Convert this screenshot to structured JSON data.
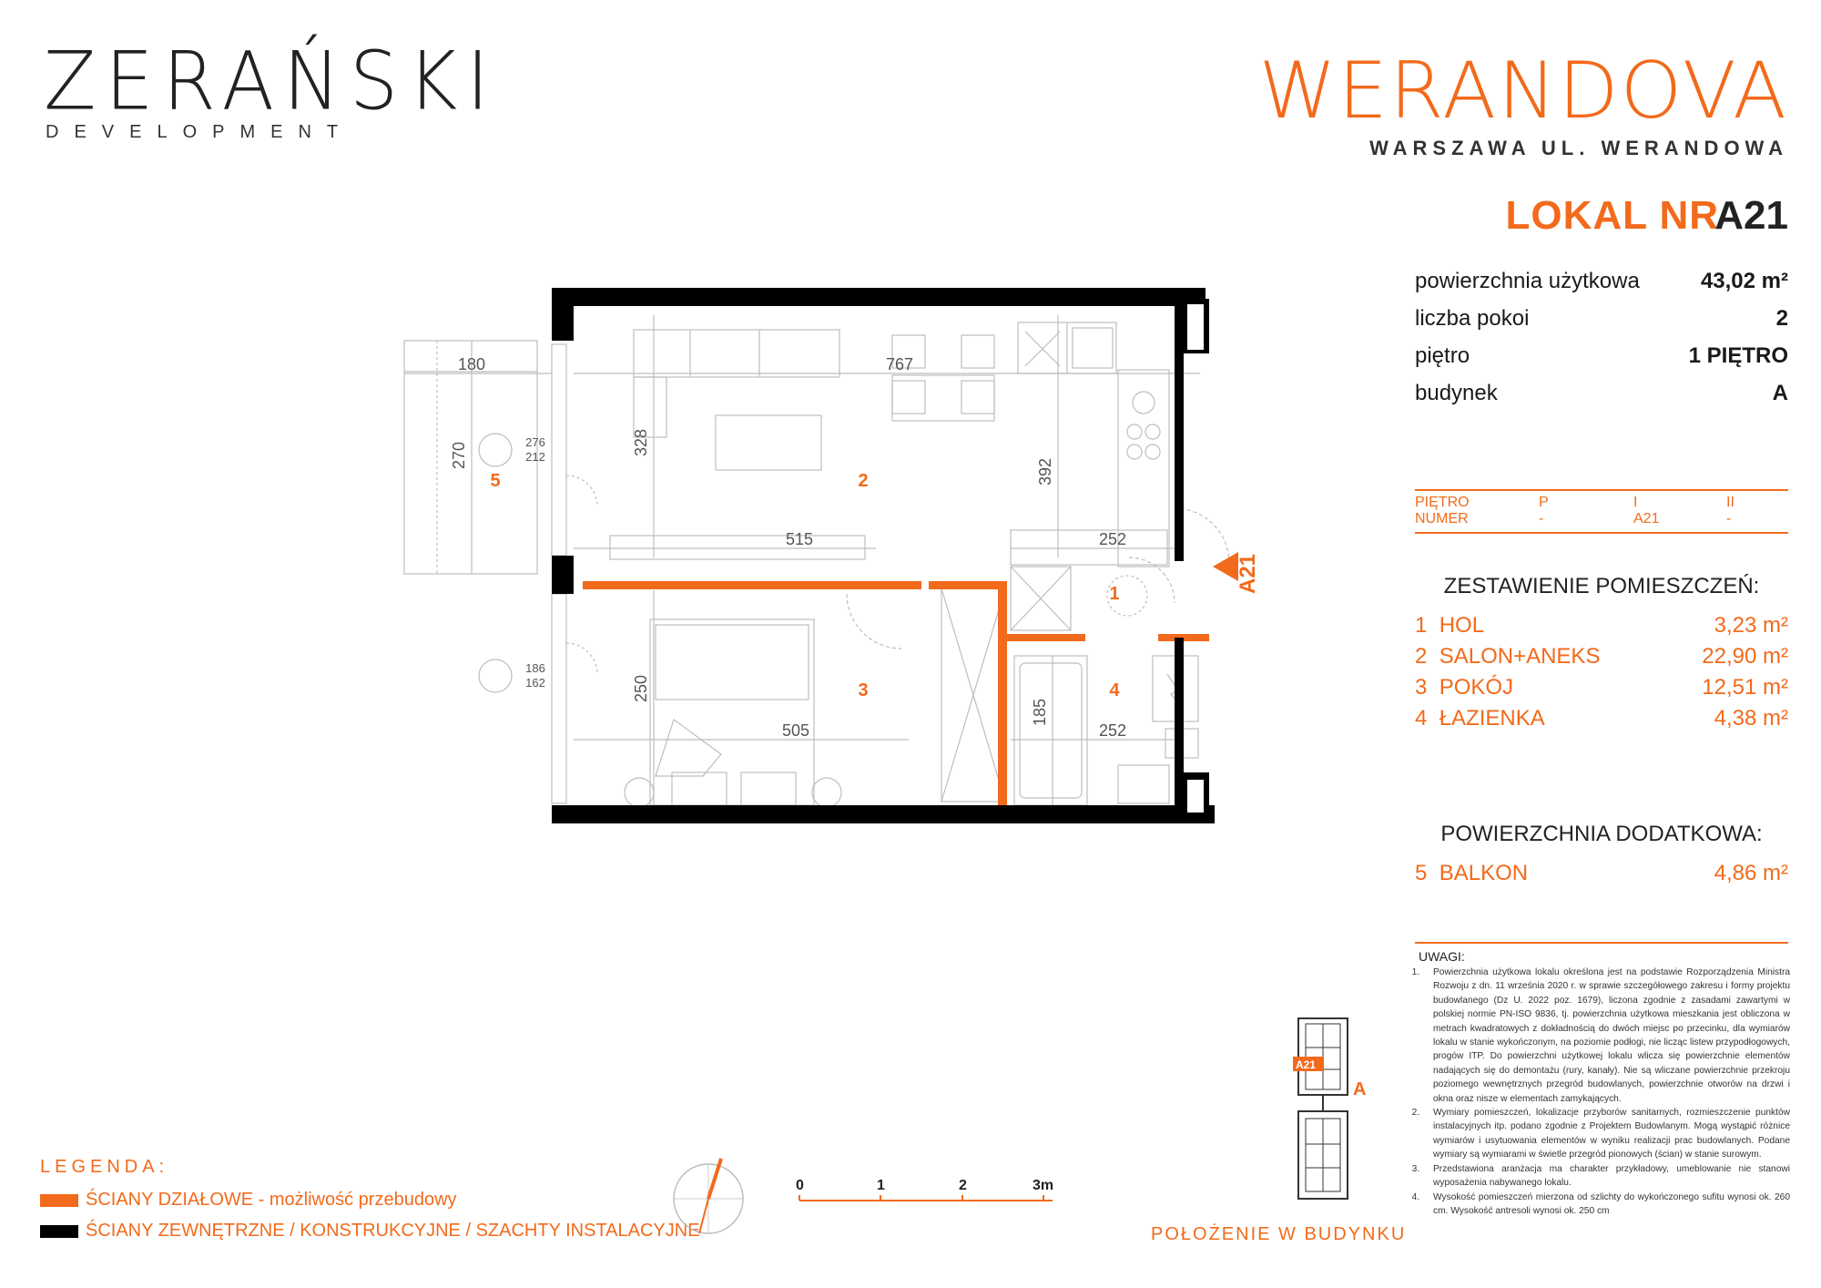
{
  "header": {
    "brand_left": "ZERAŃSKI",
    "brand_left_sub": "DEVELOPMENT",
    "brand_right": "WERANDOVA",
    "brand_right_sub": "WARSZAWA UL. WERANDOWA"
  },
  "lokal": {
    "label": "LOKAL NR",
    "id": "A21"
  },
  "specs": [
    {
      "label": "powierzchnia użytkowa",
      "value": "43,02 m²"
    },
    {
      "label": "liczba pokoi",
      "value": "2"
    },
    {
      "label": "piętro",
      "value": "1 PIĘTRO"
    },
    {
      "label": "budynek",
      "value": "A"
    }
  ],
  "floor_table": {
    "row1": [
      "PIĘTRO",
      "P",
      "I",
      "II"
    ],
    "row2": [
      "NUMER",
      "-",
      "A21",
      "-"
    ]
  },
  "rooms_heading": "ZESTAWIENIE POMIESZCZEŃ:",
  "rooms": [
    {
      "num": "1",
      "name": "HOL",
      "area": "3,23 m²"
    },
    {
      "num": "2",
      "name": "SALON+ANEKS",
      "area": "22,90 m²"
    },
    {
      "num": "3",
      "name": "POKÓJ",
      "area": "12,51 m²"
    },
    {
      "num": "4",
      "name": "ŁAZIENKA",
      "area": "4,38 m²"
    }
  ],
  "extra_heading": "POWIERZCHNIA DODATKOWA:",
  "extra_rooms": [
    {
      "num": "5",
      "name": "BALKON",
      "area": "4,86 m²"
    }
  ],
  "notes": {
    "title": "UWAGI:",
    "items": [
      "Powierzchnia użytkowa lokalu określona jest na podstawie Rozporządzenia Ministra Rozwoju z dn. 11 września 2020 r. w sprawie szczegółowego zakresu i formy projektu budowlanego (Dz U. 2022 poz. 1679), liczona zgodnie z zasadami zawartymi w polskiej normie PN-ISO 9836, tj. powierzchnia użytkowa mieszkania jest obliczona w metrach kwadratowych z dokładnością do dwóch miejsc po przecinku, dla wymiarów lokalu w stanie wykończonym, na poziomie podłogi, nie licząc listew przypodłogowych, progów ITP. Do powierzchni użytkowej lokalu wlicza się powierzchnie elementów nadających się do demontażu (rury, kanały). Nie są wliczane powierzchnie przekroju poziomego wewnętrznych przegród budowlanych, powierzchnie otworów na drzwi i okna oraz nisze w elementach zamykających.",
      "Wymiary pomieszczeń, lokalizacje przyborów sanitarnych, rozmieszczenie punktów instalacyjnych itp. podano zgodnie z Projektem Budowlanym. Mogą wystąpić różnice wymiarów i usytuowania elementów w wyniku realizacji prac budowlanych. Podane wymiary są wymiarami w świetle przegród pionowych (ścian) w stanie surowym.",
      "Przedstawiona aranżacja ma charakter przykładowy, umeblowanie nie stanowi wyposażenia nabywanego lokalu.",
      "Wysokość pomieszczeń mierzona od szlichty do wykończonego sufitu wynosi ok. 260 cm. Wysokość antresoli wynosi ok. 250 cm"
    ]
  },
  "legend": {
    "title": "LEGENDA:",
    "items": [
      {
        "label": "ŚCIANY DZIAŁOWE - możliwość przebudowy",
        "color": "#f26a1b"
      },
      {
        "label": "ŚCIANY ZEWNĘTRZNE / KONSTRUKCYJNE / SZACHTY INSTALACYJNE",
        "color": "#000000"
      }
    ]
  },
  "scale": {
    "labels": [
      "0",
      "1",
      "2",
      "3m"
    ]
  },
  "position_label": "POŁOŻENIE W BUDYNKU",
  "position_map": {
    "unit": "A21",
    "building": "A"
  },
  "plan": {
    "room_numbers": [
      "1",
      "2",
      "3",
      "4",
      "5"
    ],
    "dimensions": [
      "180",
      "767",
      "328",
      "392",
      "270",
      "276",
      "212",
      "515",
      "252",
      "250",
      "505",
      "185",
      "252",
      "186",
      "162"
    ],
    "entrance_label": "A21",
    "accent": "#f26a1b"
  }
}
